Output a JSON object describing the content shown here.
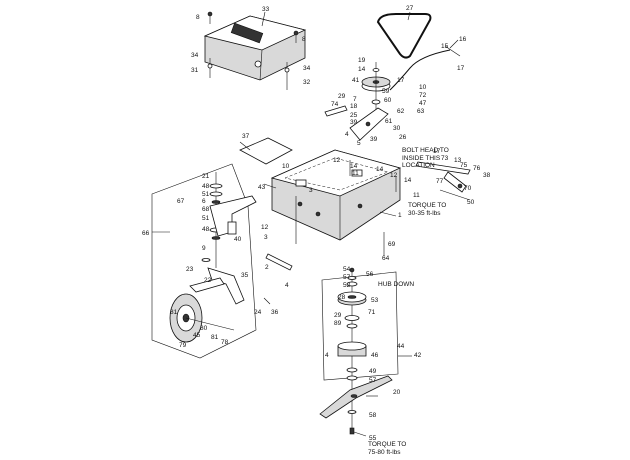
{
  "notes": {
    "hub_down": "HUB DOWN",
    "bolt_head": "BOLT HEAD TO\nINSIDE THIS\nLOCATION",
    "torque_1": "TORQUE TO\n30-35 ft-lbs",
    "torque_2": "TORQUE TO\n75-80 ft-lbs"
  },
  "callouts": {
    "c33": "33",
    "c8a": "8",
    "c8b": "8",
    "c34a": "34",
    "c34b": "34",
    "c31": "31",
    "c32": "32",
    "c27": "27",
    "c16": "16",
    "c15": "15",
    "c17a": "17",
    "c19": "19",
    "c14a": "14",
    "c41": "41",
    "c59": "59",
    "c60": "60",
    "c17b": "17",
    "c10a": "10",
    "c72": "72",
    "c47": "47",
    "c63": "63",
    "c29": "29",
    "c74": "74",
    "c7": "7",
    "c18": "18",
    "c25": "25",
    "c39a": "39",
    "c4a": "4",
    "c62": "62",
    "c61": "61",
    "c30": "30",
    "c26": "26",
    "c39b": "39",
    "c5": "5",
    "c37": "37",
    "c10b": "10",
    "c12a": "12",
    "c14b": "14",
    "c11a": "11",
    "c17c": "17",
    "c73": "73",
    "c13": "13",
    "c75": "75",
    "c76": "76",
    "c77": "77",
    "c38": "38",
    "c70": "70",
    "c50": "50",
    "c21": "21",
    "c43": "43",
    "c3a": "3",
    "c14c": "14",
    "c12b": "12",
    "c14d": "14",
    "c11b": "11",
    "c1": "1",
    "c48a": "48",
    "c51a": "51",
    "c6": "6",
    "c68": "68",
    "c67": "67",
    "c51b": "51",
    "c48b": "48",
    "c40": "40",
    "c12c": "12",
    "c66": "66",
    "c3b": "3",
    "c9": "9",
    "c23": "23",
    "c22": "22",
    "c2": "2",
    "c4b": "4",
    "c69": "69",
    "c64": "64",
    "c35": "35",
    "c54": "54",
    "c57a": "57",
    "c56": "56",
    "c52": "52",
    "c28": "28",
    "c53": "53",
    "c81a": "81",
    "c80": "80",
    "c45": "45",
    "c81b": "81",
    "c78": "78",
    "c79": "79",
    "c24": "24",
    "c36": "36",
    "c29b": "29",
    "c89": "89",
    "c71": "71",
    "c4c": "4",
    "c46": "46",
    "c44": "44",
    "c42": "42",
    "c49": "49",
    "c57b": "57",
    "c20": "20",
    "c58": "58",
    "c55": "55"
  }
}
